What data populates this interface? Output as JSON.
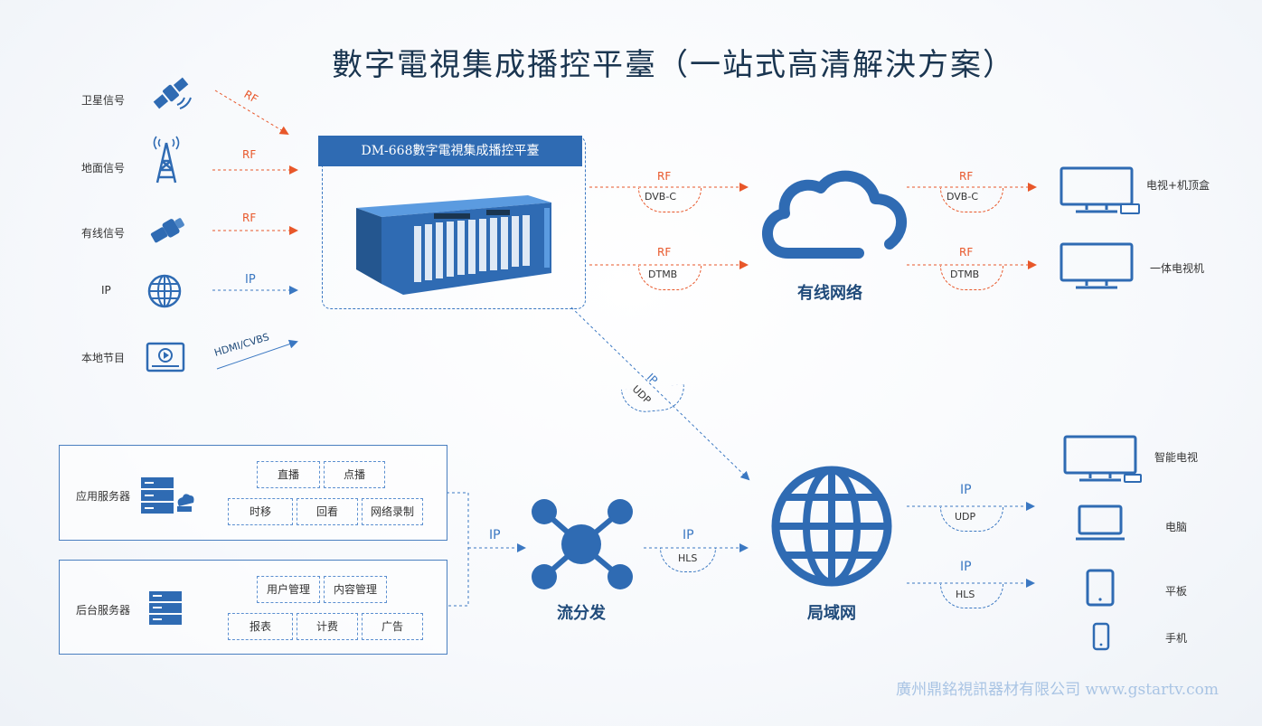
{
  "title": "數字電視集成播控平臺（一站式高清解決方案）",
  "sources": [
    {
      "label": "卫星信号",
      "signal": "RF",
      "icon": "satellite-icon"
    },
    {
      "label": "地面信号",
      "signal": "RF",
      "icon": "antenna-tower-icon"
    },
    {
      "label": "有线信号",
      "signal": "RF",
      "icon": "cable-connector-icon"
    },
    {
      "label": "IP",
      "signal": "IP",
      "icon": "globe-icon"
    },
    {
      "label": "本地节目",
      "signal": "HDMI/CVBS",
      "icon": "video-player-icon"
    }
  ],
  "platform": {
    "title": "DM-668數字電視集成播控平臺"
  },
  "links_platform_cable": [
    {
      "top": "RF",
      "bottom": "DVB-C"
    },
    {
      "top": "RF",
      "bottom": "DTMB"
    }
  ],
  "cable": {
    "label": "有线网络"
  },
  "links_cable_devices": [
    {
      "top": "RF",
      "bottom": "DVB-C"
    },
    {
      "top": "RF",
      "bottom": "DTMB"
    }
  ],
  "cable_devices": [
    {
      "label": "电视+机顶盒",
      "icon": "tv-settopbox-icon"
    },
    {
      "label": "一体电视机",
      "icon": "tv-icon"
    }
  ],
  "link_platform_lan": {
    "top": "IP",
    "bottom": "UDP"
  },
  "servers": {
    "app": {
      "label": "应用服务器",
      "services": [
        "直播",
        "点播",
        "时移",
        "回看",
        "网络录制"
      ]
    },
    "backend": {
      "label": "后台服务器",
      "services": [
        "用户管理",
        "内容管理",
        "报表",
        "计费",
        "广告"
      ]
    }
  },
  "link_servers_stream": {
    "top": "IP"
  },
  "stream": {
    "label": "流分发"
  },
  "link_stream_lan": {
    "top": "IP",
    "bottom": "HLS"
  },
  "lan": {
    "label": "局域网"
  },
  "links_lan_devices": [
    {
      "top": "IP",
      "bottom": "UDP"
    },
    {
      "top": "IP",
      "bottom": "HLS"
    }
  ],
  "lan_devices": [
    {
      "label": "智能电视",
      "icon": "smart-tv-icon"
    },
    {
      "label": "电脑",
      "icon": "laptop-icon"
    },
    {
      "label": "平板",
      "icon": "tablet-icon"
    },
    {
      "label": "手机",
      "icon": "phone-icon"
    }
  ],
  "footer": "廣州鼎銘視訊器材有限公司 www.gstartv.com",
  "colors": {
    "primary": "#2f6bb3",
    "rf": "#e8572a",
    "ip": "#3b78c2"
  }
}
